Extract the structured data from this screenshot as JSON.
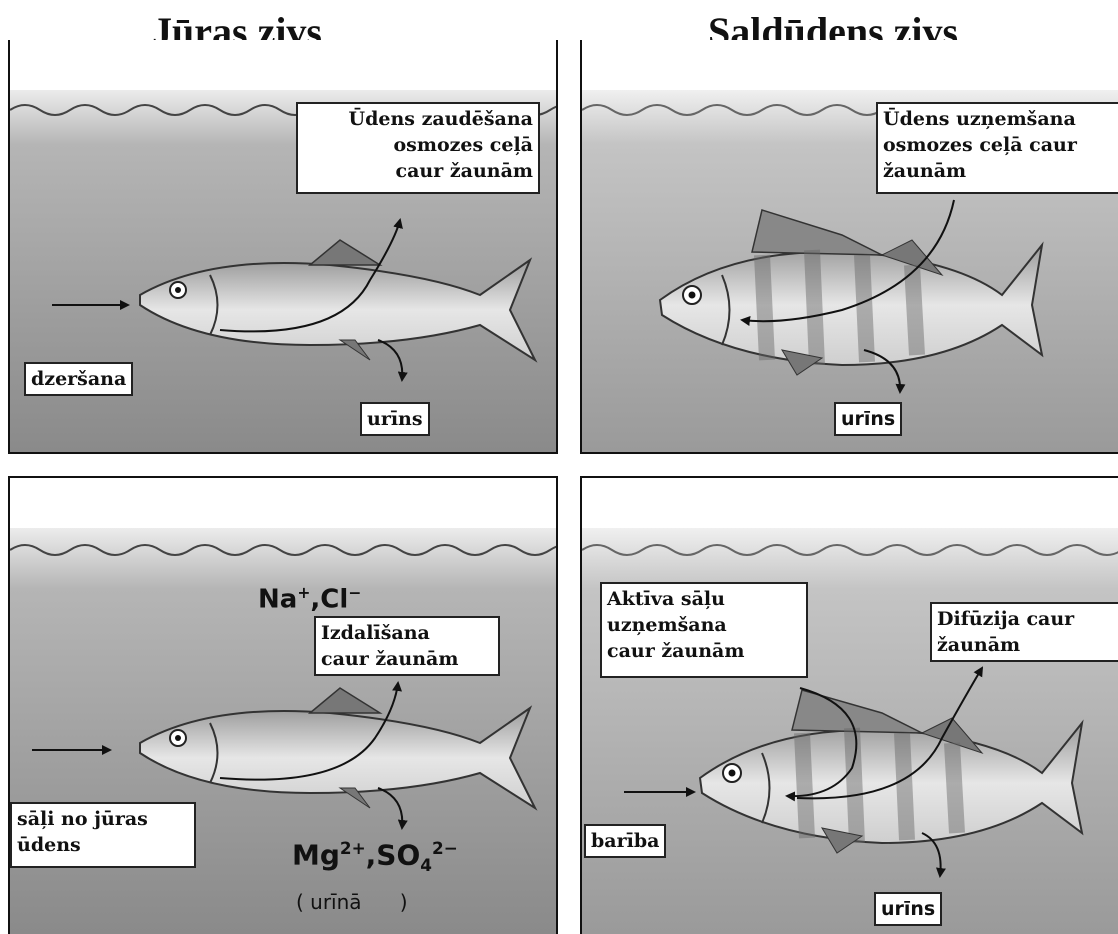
{
  "titles": {
    "marine": "Jūras zivs",
    "freshwater": "Saldūdens zivs"
  },
  "panels": {
    "marine_water": {
      "arrow_label": "Ūdens zaudēšana\nosmozes ceļā\ncaur žaunām",
      "intake_label": "dzeršana",
      "output_label": "urīns"
    },
    "fresh_water": {
      "arrow_label": "Ūdens uzņemšana\nosmozes ceļā caur\nžaunām",
      "output_label": "urīns"
    },
    "marine_salt": {
      "ions_top_a": "Na",
      "ions_top_a_sup": "+",
      "ions_top_sep": ",",
      "ions_top_b": "Cl",
      "ions_top_b_sup": "−",
      "arrow_label": "Izdalīšana\ncaur žaunām",
      "intake_label": "sāļi no jūras\nūdens",
      "ions_bottom_a": "Mg",
      "ions_bottom_a_sup": "2+",
      "ions_bottom_sep": ",",
      "ions_bottom_b": "SO",
      "ions_bottom_b_sub": "4",
      "ions_bottom_b_sup": "2−",
      "ions_bottom_note": "( urīnā      )"
    },
    "fresh_salt": {
      "active_label": "Aktīva sāļu\nuzņemšana\ncaur žaunām",
      "diffusion_label": "Difūzija caur\nžaunām",
      "intake_label": "barība",
      "output_label": "urīns"
    }
  },
  "colors": {
    "water_top": "#e2e2e2",
    "water_bottom": "#8a8a8a",
    "fish_body": "#cfcfcf",
    "line": "#111111"
  }
}
